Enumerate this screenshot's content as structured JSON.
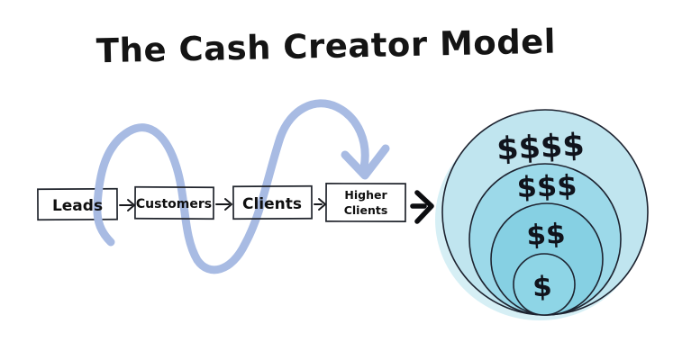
{
  "title": "The Cash Creator Model",
  "pipeline": {
    "stages": [
      {
        "label": "Leads"
      },
      {
        "label": "Customers"
      },
      {
        "label": "Clients"
      },
      {
        "label": "Higher Clients",
        "line1": "Higher",
        "line2": "Clients"
      }
    ]
  },
  "money_circles": {
    "rings": [
      {
        "label": "$$$$",
        "fill": "#c0e5ef"
      },
      {
        "label": "$$$",
        "fill": "#9cd9e9"
      },
      {
        "label": "$$",
        "fill": "#86d0e3"
      },
      {
        "label": "$",
        "fill": "#8ed5e6"
      }
    ],
    "shadow_fill": "#b5e1ec"
  },
  "colors": {
    "curve_blue": "#a8bbe3",
    "ink": "#141414",
    "background": "#ffffff"
  }
}
